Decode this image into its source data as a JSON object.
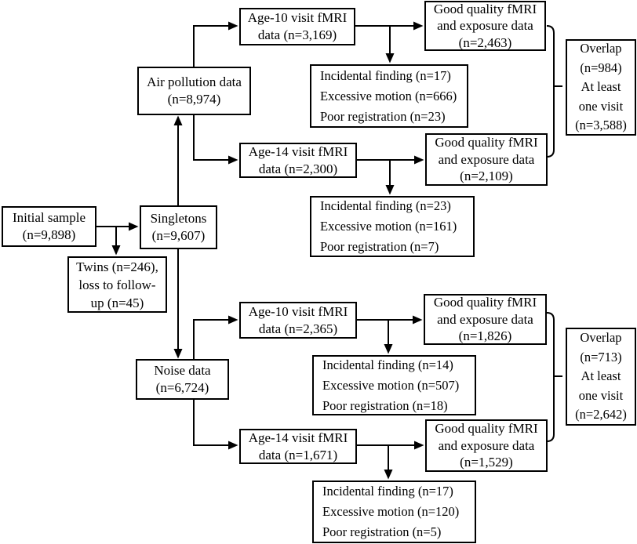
{
  "figure_type": "participant-flow-diagram",
  "colors": {
    "background": "#ffffff",
    "box_border": "#000000",
    "line": "#000000",
    "text": "#000000"
  },
  "nodes": {
    "initial_sample": {
      "lines": [
        "Initial sample",
        "(n=9,898)"
      ]
    },
    "singletons": {
      "lines": [
        "Singletons",
        "(n=9,607)"
      ]
    },
    "twins": {
      "lines": [
        "Twins (n=246),",
        "loss to follow-",
        "up (n=45)"
      ]
    },
    "air_pollution": {
      "lines": [
        "Air pollution data",
        "(n=8,974)"
      ]
    },
    "ap_age10": {
      "lines": [
        "Age-10 visit fMRI",
        "data (n=3,169)"
      ]
    },
    "ap_age10_good": {
      "lines": [
        "Good quality fMRI",
        "and exposure data",
        "(n=2,463)"
      ]
    },
    "ap_age10_excl": {
      "lines": [
        "Incidental finding (n=17)",
        "Excessive motion (n=666)",
        "Poor registration (n=23)"
      ]
    },
    "ap_age14": {
      "lines": [
        "Age-14 visit fMRI",
        "data (n=2,300)"
      ]
    },
    "ap_age14_good": {
      "lines": [
        "Good quality fMRI",
        "and exposure data",
        "(n=2,109)"
      ]
    },
    "ap_age14_excl": {
      "lines": [
        "Incidental finding (n=23)",
        "Excessive motion (n=161)",
        "Poor registration (n=7)"
      ]
    },
    "ap_overlap": {
      "lines": [
        "Overlap",
        "(n=984)",
        "At least",
        "one visit",
        "(n=3,588)"
      ]
    },
    "noise": {
      "lines": [
        "Noise data",
        "(n=6,724)"
      ]
    },
    "n_age10": {
      "lines": [
        "Age-10 visit fMRI",
        "data (n=2,365)"
      ]
    },
    "n_age10_good": {
      "lines": [
        "Good quality fMRI",
        "and exposure data",
        "(n=1,826)"
      ]
    },
    "n_age10_excl": {
      "lines": [
        "Incidental finding (n=14)",
        "Excessive motion (n=507)",
        "Poor registration (n=18)"
      ]
    },
    "n_age14": {
      "lines": [
        "Age-14 visit fMRI",
        "data (n=1,671)"
      ]
    },
    "n_age14_good": {
      "lines": [
        "Good quality fMRI",
        "and exposure data",
        "(n=1,529)"
      ]
    },
    "n_age14_excl": {
      "lines": [
        "Incidental finding (n=17)",
        "Excessive motion (n=120)",
        "Poor registration (n=5)"
      ]
    },
    "n_overlap": {
      "lines": [
        "Overlap",
        "(n=713)",
        "At least",
        "one visit",
        "(n=2,642)"
      ]
    }
  },
  "edges": [
    {
      "from": "initial_sample",
      "to": "singletons"
    },
    {
      "from": "initial_sample",
      "to": "twins"
    },
    {
      "from": "singletons",
      "to": "air_pollution"
    },
    {
      "from": "singletons",
      "to": "noise"
    },
    {
      "from": "air_pollution",
      "to": "ap_age10"
    },
    {
      "from": "air_pollution",
      "to": "ap_age14"
    },
    {
      "from": "ap_age10",
      "to": "ap_age10_good"
    },
    {
      "from": "ap_age10",
      "to": "ap_age10_excl"
    },
    {
      "from": "ap_age14",
      "to": "ap_age14_good"
    },
    {
      "from": "ap_age14",
      "to": "ap_age14_excl"
    },
    {
      "from": "noise",
      "to": "n_age10"
    },
    {
      "from": "noise",
      "to": "n_age14"
    },
    {
      "from": "n_age10",
      "to": "n_age10_good"
    },
    {
      "from": "n_age10",
      "to": "n_age10_excl"
    },
    {
      "from": "n_age14",
      "to": "n_age14_good"
    },
    {
      "from": "n_age14",
      "to": "n_age14_excl"
    }
  ],
  "brackets": [
    {
      "joins": [
        "ap_age10_good",
        "ap_age14_good"
      ],
      "to": "ap_overlap"
    },
    {
      "joins": [
        "n_age10_good",
        "n_age14_good"
      ],
      "to": "n_overlap"
    }
  ]
}
